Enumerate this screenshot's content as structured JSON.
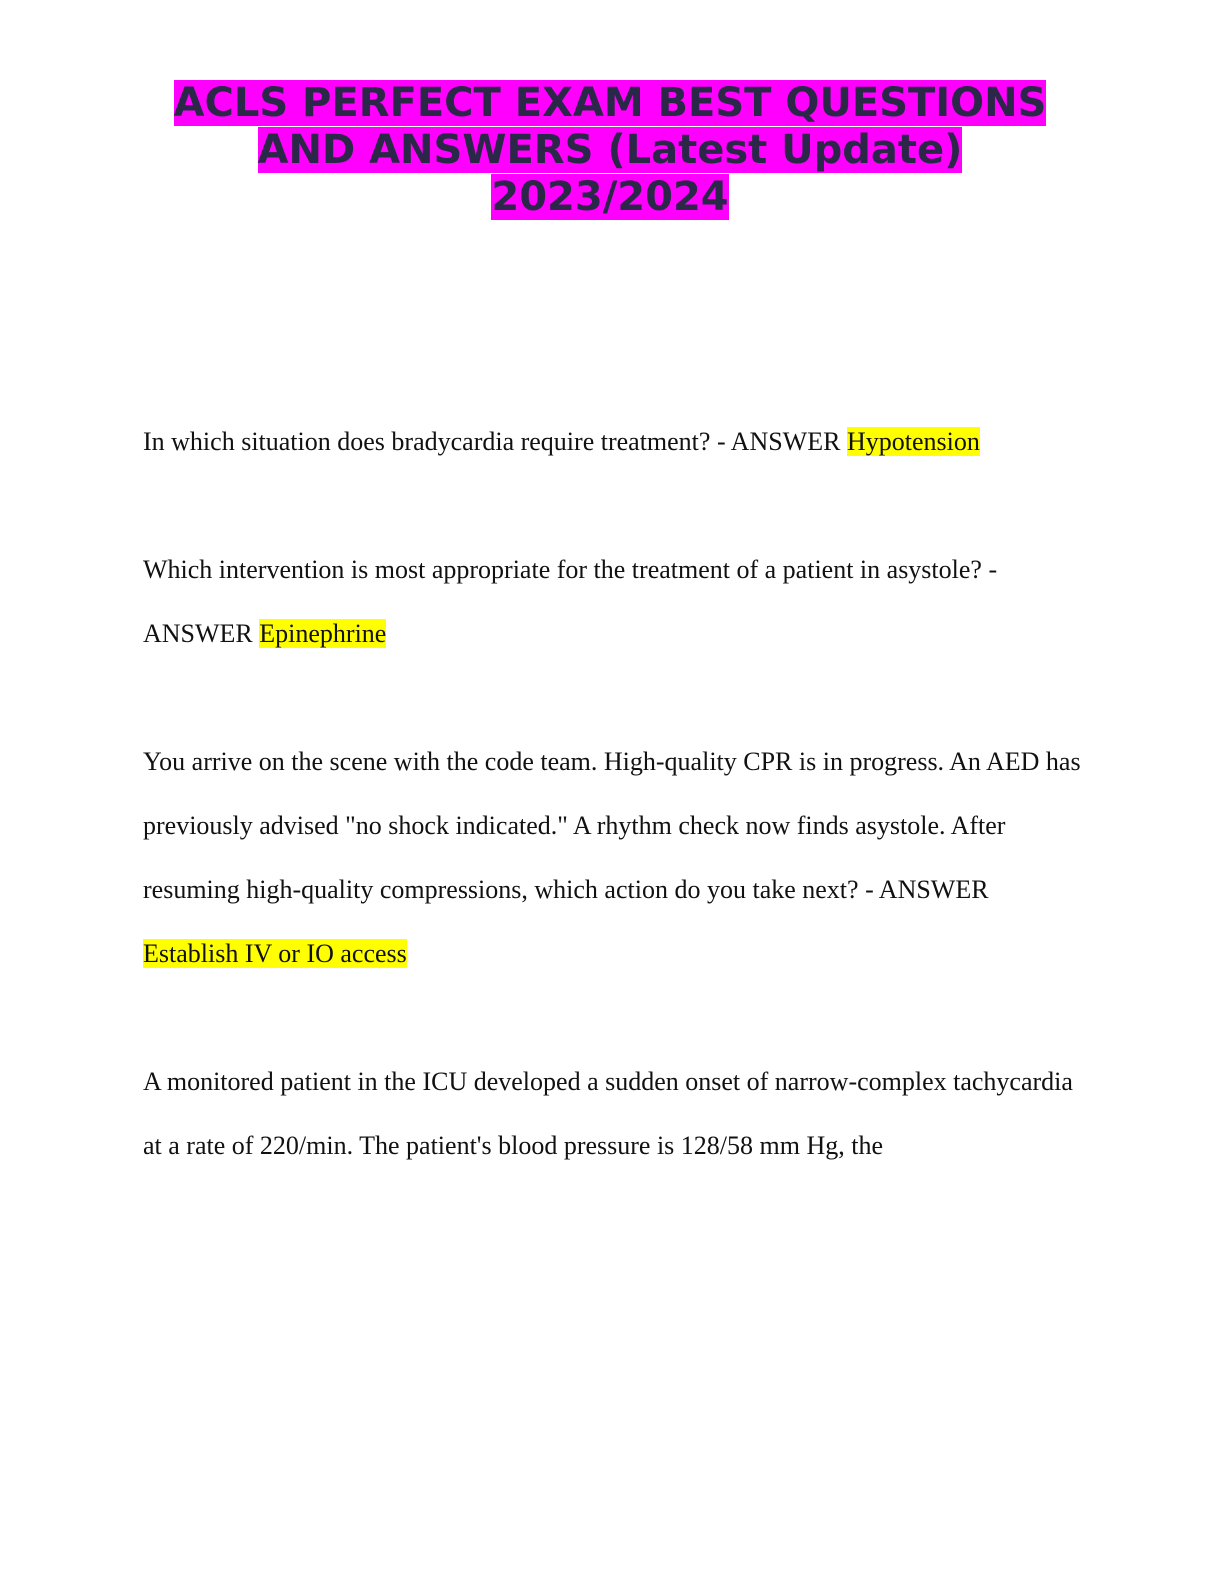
{
  "document": {
    "title_lines": [
      "ACLS PERFECT EXAM BEST QUESTIONS",
      "AND ANSWERS (Latest Update)",
      "2023/2024"
    ],
    "colors": {
      "title_highlight": "#ff00ff",
      "title_text": "#2b2748",
      "answer_highlight": "#ffff00"
    },
    "qa": [
      {
        "question": "In which situation does bradycardia require treatment? - ANSWER ",
        "answer": "Hypotension"
      },
      {
        "question": "Which intervention is most appropriate for the treatment of a patient in asystole? - ANSWER ",
        "answer": "Epinephrine"
      },
      {
        "question": "You arrive on the scene with the code team. High-quality CPR is in progress. An AED has previously advised \"no shock indicated.\" A rhythm check now finds asystole. After resuming high-quality compressions, which action do you take next? - ANSWER ",
        "answer": "Establish IV or IO access"
      },
      {
        "question": "A monitored patient in the ICU developed a sudden onset of narrow-complex tachycardia at a rate of 220/min. The patient's blood pressure is 128/58 mm Hg, the",
        "answer": ""
      }
    ]
  }
}
